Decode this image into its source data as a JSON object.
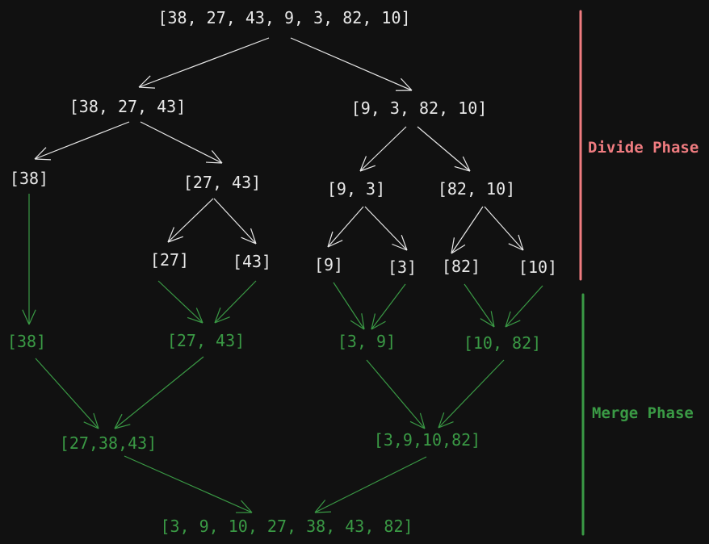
{
  "colors": {
    "background": "#111111",
    "divide": "#e8e8e8",
    "merge": "#3a9a45",
    "divide_bar": "#f07c80",
    "merge_bar": "#3a9a45"
  },
  "divide_nodes": [
    {
      "id": "d0",
      "label": "[38, 27, 43, 9, 3, 82, 10]"
    },
    {
      "id": "d1",
      "label": "[38, 27, 43]"
    },
    {
      "id": "d2",
      "label": "[9, 3, 82, 10]"
    },
    {
      "id": "d3",
      "label": "[38]"
    },
    {
      "id": "d4",
      "label": "[27, 43]"
    },
    {
      "id": "d5",
      "label": "[9, 3]"
    },
    {
      "id": "d6",
      "label": "[82, 10]"
    },
    {
      "id": "d7",
      "label": "[27]"
    },
    {
      "id": "d8",
      "label": "[43]"
    },
    {
      "id": "d9",
      "label": "[9]"
    },
    {
      "id": "d10",
      "label": "[3]"
    },
    {
      "id": "d11",
      "label": "[82]"
    },
    {
      "id": "d12",
      "label": "[10]"
    }
  ],
  "merge_nodes": [
    {
      "id": "m0",
      "label": "[38]"
    },
    {
      "id": "m1",
      "label": "[27, 43]"
    },
    {
      "id": "m2",
      "label": "[3, 9]"
    },
    {
      "id": "m3",
      "label": "[10, 82]"
    },
    {
      "id": "m4",
      "label": "[27,38,43]"
    },
    {
      "id": "m5",
      "label": "[3,9,10,82]"
    },
    {
      "id": "m6",
      "label": "[3, 9, 10, 27, 38, 43, 82]"
    }
  ],
  "phases": {
    "divide": "Divide Phase",
    "merge": "Merge Phase"
  }
}
